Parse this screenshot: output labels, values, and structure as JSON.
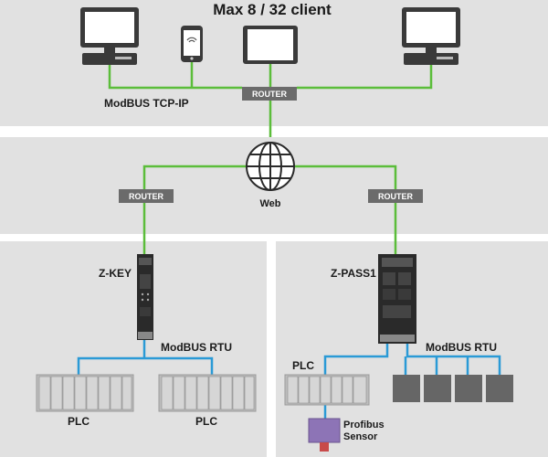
{
  "title": "Max 8 / 32 client",
  "top": {
    "bus_label": "ModBUS TCP-IP",
    "router_label": "ROUTER"
  },
  "middle": {
    "web_label": "Web",
    "router_left_label": "ROUTER",
    "router_right_label": "ROUTER"
  },
  "left_panel": {
    "device_label": "Z-KEY",
    "bus_label": "ModBUS RTU",
    "plc_left_label": "PLC",
    "plc_right_label": "PLC"
  },
  "right_panel": {
    "device_label": "Z-PASS1",
    "bus_label": "ModBUS RTU",
    "plc_label": "PLC",
    "sensor_label_line1": "Profibus",
    "sensor_label_line2": "Sensor"
  },
  "colors": {
    "band_bg": "#e1e1e1",
    "link_green": "#5bbd3a",
    "link_blue": "#2a9ad6",
    "router_bg": "#6b6b6b",
    "device_dark": "#2a2a2a",
    "sensor_purple": "#8d74b6"
  }
}
